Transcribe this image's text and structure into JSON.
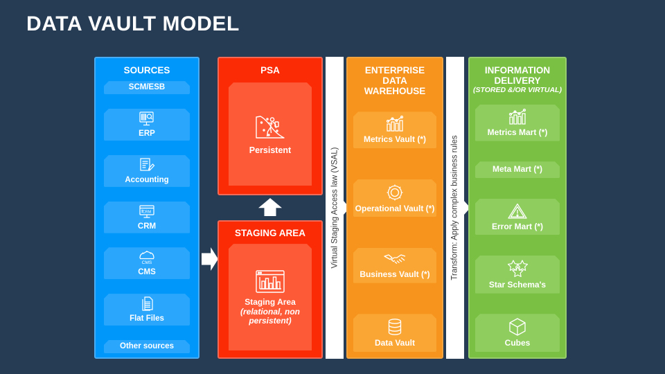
{
  "page": {
    "title": "DATA VAULT MODEL",
    "background_color": "#263c54"
  },
  "columns": {
    "sources": {
      "heading": "SOURCES",
      "color": "#0097fb",
      "card_color": "#2aa7fc",
      "items": [
        {
          "label": "SCM/ESB",
          "icon": "none-icon"
        },
        {
          "label": "ERP",
          "icon": "monitor-chart-icon"
        },
        {
          "label": "Accounting",
          "icon": "invoice-pen-icon"
        },
        {
          "label": "CRM",
          "icon": "crm-monitor-icon"
        },
        {
          "label": "CMS",
          "icon": "cms-cloud-gear-icon"
        },
        {
          "label": "Flat Files",
          "icon": "documents-icon"
        },
        {
          "label": "Other sources",
          "icon": "none-icon"
        }
      ]
    },
    "psa": {
      "heading": "PSA",
      "color": "#fb2b06",
      "card_color": "#fd5b38",
      "card": {
        "label": "Persistent",
        "icon": "climber-icon"
      }
    },
    "staging": {
      "heading": "STAGING AREA",
      "color": "#fb2b06",
      "card_color": "#fd5b38",
      "card": {
        "label_line1": "Staging Area",
        "label_line2": "(relational, non",
        "label_line3": "persistent)",
        "icon": "bar-chart-window-icon"
      }
    },
    "edw": {
      "heading_line1": "ENTERPRISE",
      "heading_line2": "DATA",
      "heading_line3": "WAREHOUSE",
      "color": "#f7941d",
      "card_color": "#faa634",
      "items": [
        {
          "label": "Metrics Vault (*)",
          "icon": "bar-chart-trend-icon"
        },
        {
          "label": "Operational Vault (*)",
          "icon": "gear-icon"
        },
        {
          "label": "Business Vault (*)",
          "icon": "handshake-icon"
        },
        {
          "label": "Data Vault",
          "icon": "database-icon"
        }
      ]
    },
    "delivery": {
      "heading_line1": "INFORMATION",
      "heading_line2": "DELIVERY",
      "subheading": "(STORED &/OR VIRTUAL)",
      "color": "#7ac143",
      "card_color": "#8fcd5f",
      "items": [
        {
          "label": "Metrics Mart (*)",
          "icon": "bar-chart-trend-icon"
        },
        {
          "label": "Meta Mart (*)",
          "icon": "none-icon"
        },
        {
          "label": "Error Mart (*)",
          "icon": "warning-triangle-icon"
        },
        {
          "label": "Star Schema's",
          "icon": "stars-icon"
        },
        {
          "label": "Cubes",
          "icon": "cube-icon"
        }
      ]
    }
  },
  "dividers": [
    {
      "text": "Virtual Staging Access law (VSAL)"
    },
    {
      "text": "Transform: Apply complex business rules"
    }
  ],
  "arrows": [
    {
      "name": "sources-to-staging-arrow",
      "direction": "right"
    },
    {
      "name": "staging-to-psa-arrow",
      "direction": "up"
    }
  ]
}
